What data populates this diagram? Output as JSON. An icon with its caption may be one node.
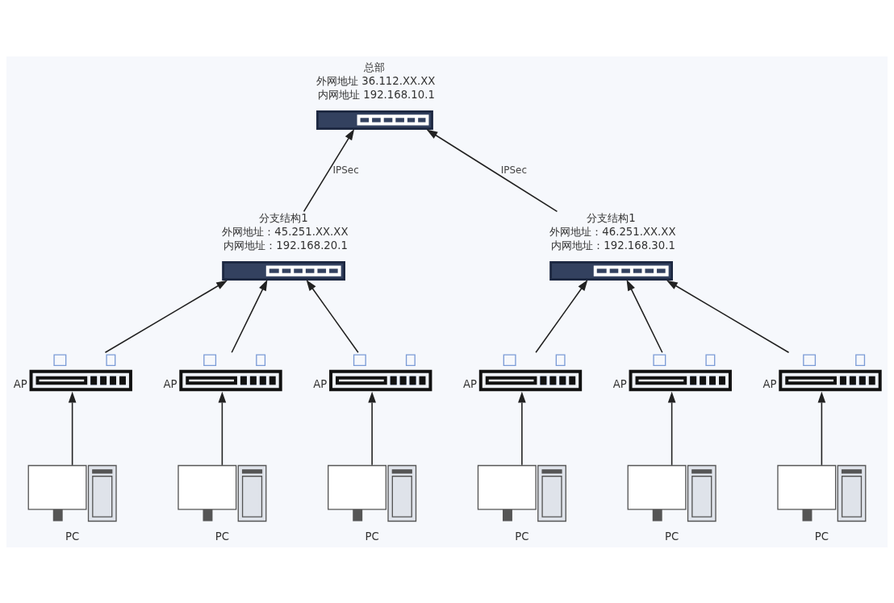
{
  "diagram": {
    "nodes": [
      {
        "text": [
          "总部",
          "外网地址 36.112.XX.XX",
          "内网地址 192.168.10.1"
        ]
      },
      {
        "text": [
          "分支结构1",
          "外网地址：45.251.XX.XX",
          "内网地址：192.168.20.1"
        ]
      },
      {
        "text": [
          "分支结构1",
          "外网地址：46.251.XX.XX",
          "内网地址：192.168.30.1"
        ]
      },
      {
        "text": [
          "AP"
        ]
      },
      {
        "text": [
          "AP"
        ]
      },
      {
        "text": [
          "AP"
        ]
      },
      {
        "text": [
          "AP"
        ]
      },
      {
        "text": [
          "AP"
        ]
      },
      {
        "text": [
          "AP"
        ]
      },
      {
        "text": [
          "PC"
        ]
      },
      {
        "text": [
          "PC"
        ]
      },
      {
        "text": [
          "PC"
        ]
      },
      {
        "text": [
          "PC"
        ]
      },
      {
        "text": [
          "PC"
        ]
      },
      {
        "text": [
          "PC"
        ]
      }
    ],
    "edges": [
      {
        "from": 1,
        "to": 0,
        "arrow": "to",
        "label": "IPSec"
      },
      {
        "from": 2,
        "to": 0,
        "arrow": "to",
        "label": "IPSec"
      },
      {
        "from": 3,
        "to": 1,
        "arrow": "to"
      },
      {
        "from": 4,
        "to": 1,
        "arrow": "to"
      },
      {
        "from": 5,
        "to": 1,
        "arrow": "to"
      },
      {
        "from": 6,
        "to": 2,
        "arrow": "to"
      },
      {
        "from": 7,
        "to": 2,
        "arrow": "to"
      },
      {
        "from": 8,
        "to": 2,
        "arrow": "to"
      },
      {
        "from": 9,
        "to": 3,
        "arrow": "to"
      },
      {
        "from": 10,
        "to": 4,
        "arrow": "to"
      },
      {
        "from": 11,
        "to": 5,
        "arrow": "to"
      },
      {
        "from": 12,
        "to": 6,
        "arrow": "to"
      },
      {
        "from": 13,
        "to": 7,
        "arrow": "to"
      },
      {
        "from": 14,
        "to": 8,
        "arrow": "to"
      }
    ]
  }
}
